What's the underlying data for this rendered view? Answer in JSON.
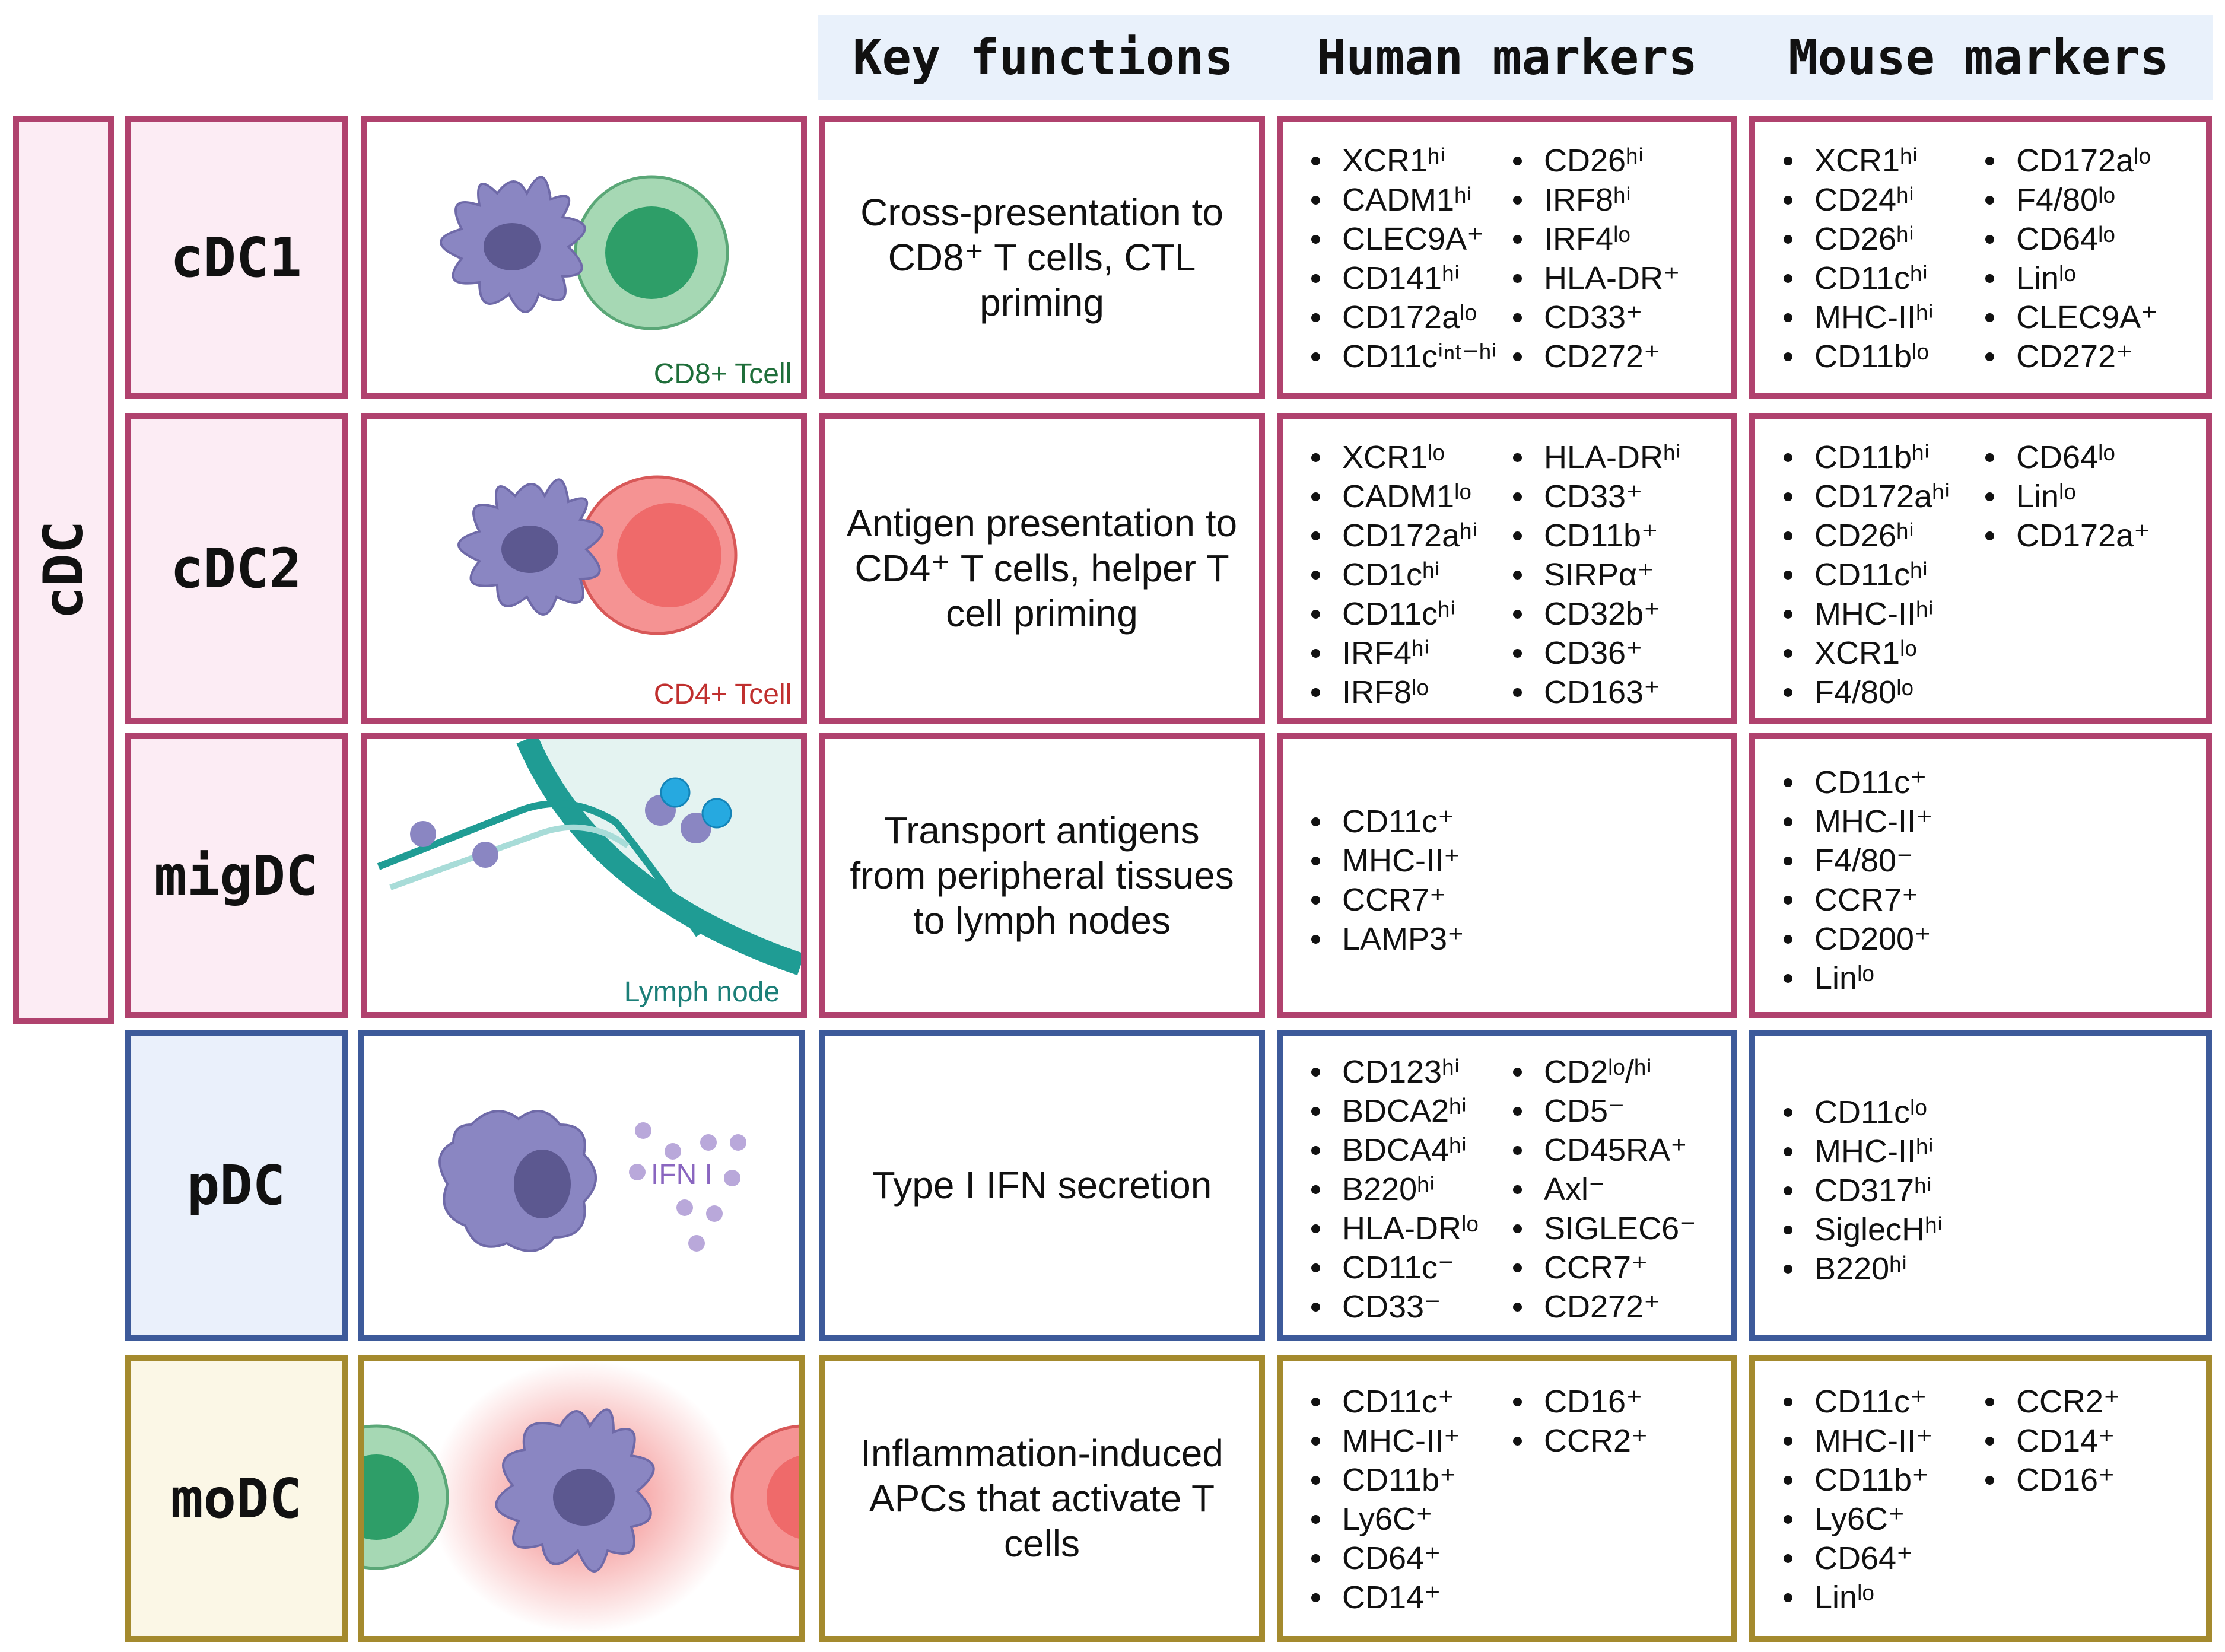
{
  "headers": {
    "key_functions": "Key functions",
    "human_markers": "Human markers",
    "mouse_markers": "Mouse markers"
  },
  "group_label": "cDC",
  "colors": {
    "cdc": "#b0426e",
    "pdc": "#3d5a9a",
    "modc": "#a48a2e",
    "header_band": "#e9f1fb",
    "cell_purple": "#8a86c2"
  },
  "rows": [
    {
      "name": "cDC1",
      "image_caption": "CD8+ Tcell",
      "function": "Cross-presentation to CD8⁺ T cells, CTL priming",
      "human": [
        [
          "XCR1ʰⁱ",
          "CADM1ʰⁱ",
          "CLEC9A⁺",
          "CD141ʰⁱ",
          "CD172aˡᵒ",
          "CD11cⁱⁿᵗ⁻ʰⁱ"
        ],
        [
          "CD26ʰⁱ",
          "IRF8ʰⁱ",
          "IRF4ˡᵒ",
          "HLA-DR⁺",
          "CD33⁺",
          "CD272⁺"
        ]
      ],
      "mouse": [
        [
          "XCR1ʰⁱ",
          "CD24ʰⁱ",
          "CD26ʰⁱ",
          "CD11cʰⁱ",
          "MHC-IIʰⁱ",
          "CD11bˡᵒ"
        ],
        [
          "CD172aˡᵒ",
          "F4/80ˡᵒ",
          "CD64ˡᵒ",
          "Linˡᵒ",
          "CLEC9A⁺",
          "CD272⁺"
        ]
      ]
    },
    {
      "name": "cDC2",
      "image_caption": "CD4+ Tcell",
      "function": "Antigen presentation to CD4⁺ T cells, helper T cell priming",
      "human": [
        [
          "XCR1ˡᵒ",
          "CADM1ˡᵒ",
          "CD172aʰⁱ",
          "CD1cʰⁱ",
          "CD11cʰⁱ",
          "IRF4ʰⁱ",
          "IRF8ˡᵒ"
        ],
        [
          "HLA-DRʰⁱ",
          "CD33⁺",
          "CD11b⁺",
          "SIRPα⁺",
          "CD32b⁺",
          "CD36⁺",
          "CD163⁺"
        ]
      ],
      "mouse": [
        [
          "CD11bʰⁱ",
          "CD172aʰⁱ",
          "CD26ʰⁱ",
          "CD11cʰⁱ",
          "MHC-IIʰⁱ",
          "XCR1ˡᵒ",
          "F4/80ˡᵒ"
        ],
        [
          "CD64ˡᵒ",
          "Linˡᵒ",
          "CD172a⁺"
        ]
      ]
    },
    {
      "name": "migDC",
      "image_caption": "Lymph node",
      "function": "Transport antigens from peripheral tissues to lymph nodes",
      "human": [
        [
          "CD11c⁺",
          "MHC-II⁺",
          "CCR7⁺",
          "LAMP3⁺"
        ]
      ],
      "mouse": [
        [
          "CD11c⁺",
          "MHC-II⁺",
          "F4/80⁻",
          "CCR7⁺",
          "CD200⁺",
          "Linˡᵒ"
        ]
      ]
    },
    {
      "name": "pDC",
      "image_caption": "IFN I",
      "function": "Type I IFN secretion",
      "human": [
        [
          "CD123ʰⁱ",
          "BDCA2ʰⁱ",
          "BDCA4ʰⁱ",
          "B220ʰⁱ",
          "HLA-DRˡᵒ",
          "CD11c⁻",
          "CD33⁻"
        ],
        [
          "CD2ˡᵒ/ʰⁱ",
          "CD5⁻",
          "CD45RA⁺",
          "Axl⁻",
          "SIGLEC6⁻",
          "CCR7⁺",
          "CD272⁺"
        ]
      ],
      "mouse": [
        [
          "CD11cˡᵒ",
          "MHC-IIʰⁱ",
          "CD317ʰⁱ",
          "SiglecHʰⁱ",
          "B220ʰⁱ"
        ]
      ]
    },
    {
      "name": "moDC",
      "image_caption": "",
      "function": "Inflammation-induced APCs that activate T cells",
      "human": [
        [
          "CD11c⁺",
          "MHC-II⁺",
          "CD11b⁺",
          "Ly6C⁺",
          "CD64⁺",
          "CD14⁺"
        ],
        [
          "CD16⁺",
          "CCR2⁺"
        ]
      ],
      "mouse": [
        [
          "CD11c⁺",
          "MHC-II⁺",
          "CD11b⁺",
          "Ly6C⁺",
          "CD64⁺",
          "Linˡᵒ"
        ],
        [
          "CCR2⁺",
          "CD14⁺",
          "CD16⁺"
        ]
      ]
    }
  ]
}
